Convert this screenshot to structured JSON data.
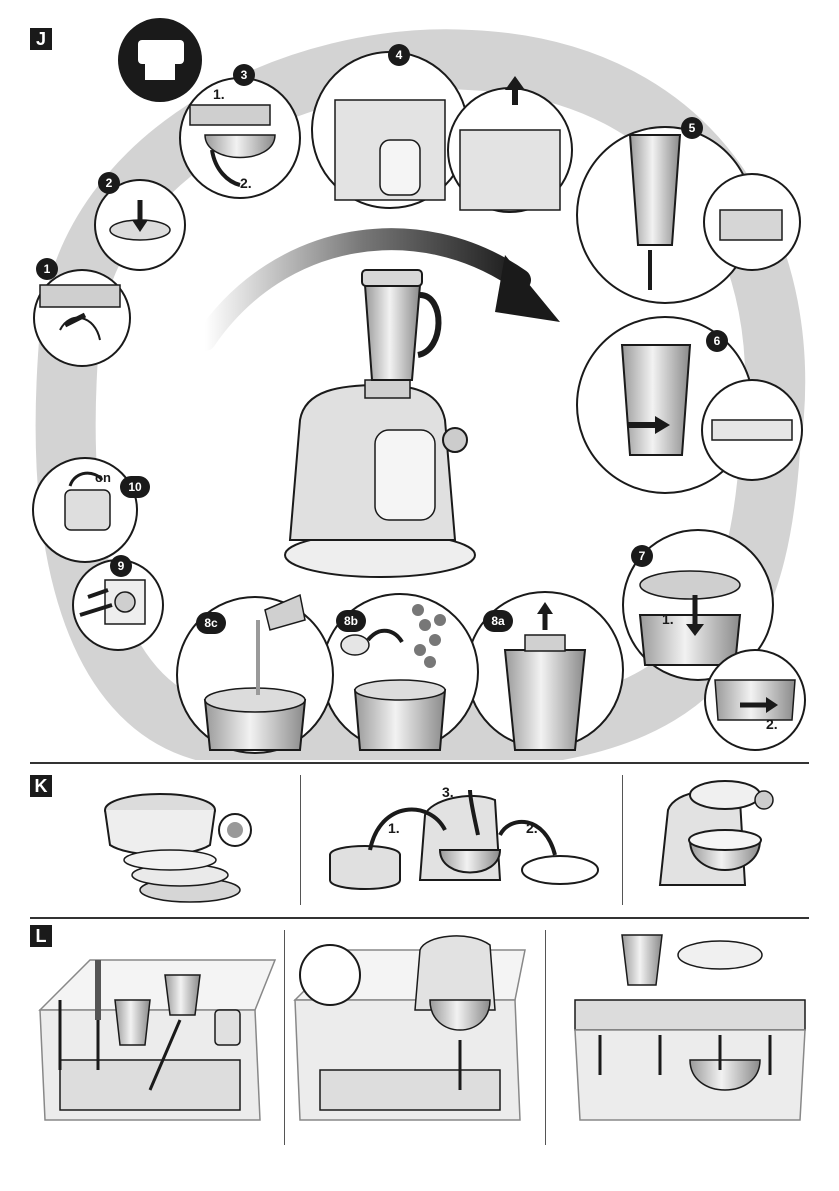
{
  "sections": {
    "j": {
      "letter": "J"
    },
    "k": {
      "letter": "K"
    },
    "l": {
      "letter": "L"
    }
  },
  "steps": {
    "s1": "1",
    "s2": "2",
    "s3": "3",
    "s4": "4",
    "s5": "5",
    "s6": "6",
    "s7": "7",
    "s8a": "8a",
    "s8b": "8b",
    "s8c": "8c",
    "s9": "9",
    "s10": "10"
  },
  "sub_labels": {
    "step3_first": "1.",
    "step3_second": "2.",
    "step7_first": "1.",
    "step7_second": "2.",
    "switch_on": "on",
    "k_first": "1.",
    "k_second": "2.",
    "k_third": "3."
  },
  "colors": {
    "ink": "#1a1a1a",
    "shade": "#cfcfcf",
    "light": "#e8e8e8",
    "white": "#ffffff"
  }
}
